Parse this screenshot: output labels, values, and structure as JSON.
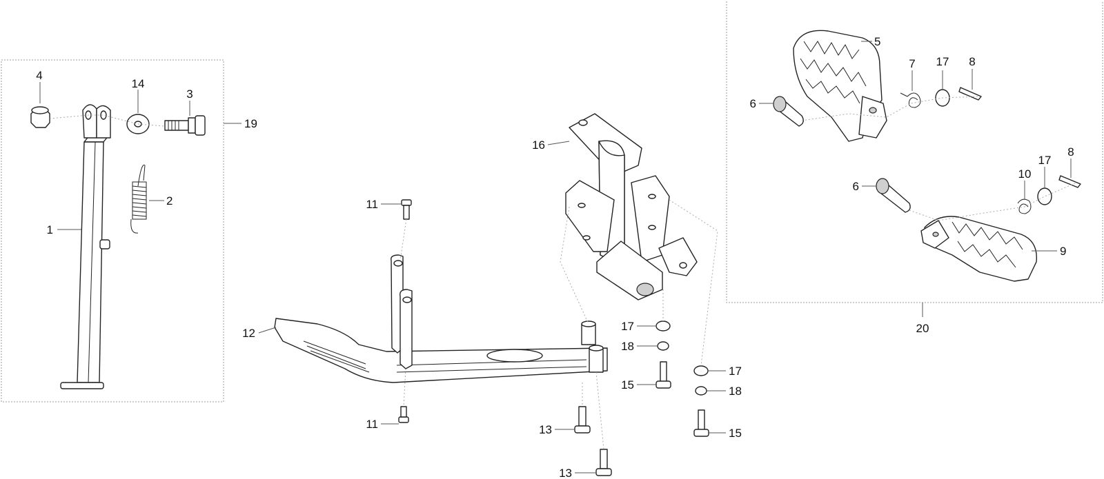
{
  "callouts": [
    {
      "id": "c1",
      "text": "1"
    },
    {
      "id": "c2",
      "text": "2"
    },
    {
      "id": "c3",
      "text": "3"
    },
    {
      "id": "c4",
      "text": "4"
    },
    {
      "id": "c14",
      "text": "14"
    },
    {
      "id": "c19",
      "text": "19"
    },
    {
      "id": "c11a",
      "text": "11"
    },
    {
      "id": "c11b",
      "text": "11"
    },
    {
      "id": "c12",
      "text": "12"
    },
    {
      "id": "c13a",
      "text": "13"
    },
    {
      "id": "c13b",
      "text": "13"
    },
    {
      "id": "c16",
      "text": "16"
    },
    {
      "id": "c17a",
      "text": "17"
    },
    {
      "id": "c18a",
      "text": "18"
    },
    {
      "id": "c15a",
      "text": "15"
    },
    {
      "id": "c17b",
      "text": "17"
    },
    {
      "id": "c18b",
      "text": "18"
    },
    {
      "id": "c15b",
      "text": "15"
    },
    {
      "id": "c5",
      "text": "5"
    },
    {
      "id": "c6a",
      "text": "6"
    },
    {
      "id": "c7",
      "text": "7"
    },
    {
      "id": "c17c",
      "text": "17"
    },
    {
      "id": "c8a",
      "text": "8"
    },
    {
      "id": "c6b",
      "text": "6"
    },
    {
      "id": "c10",
      "text": "10"
    },
    {
      "id": "c17d",
      "text": "17"
    },
    {
      "id": "c8b",
      "text": "8"
    },
    {
      "id": "c9",
      "text": "9"
    },
    {
      "id": "c20",
      "text": "20"
    }
  ]
}
